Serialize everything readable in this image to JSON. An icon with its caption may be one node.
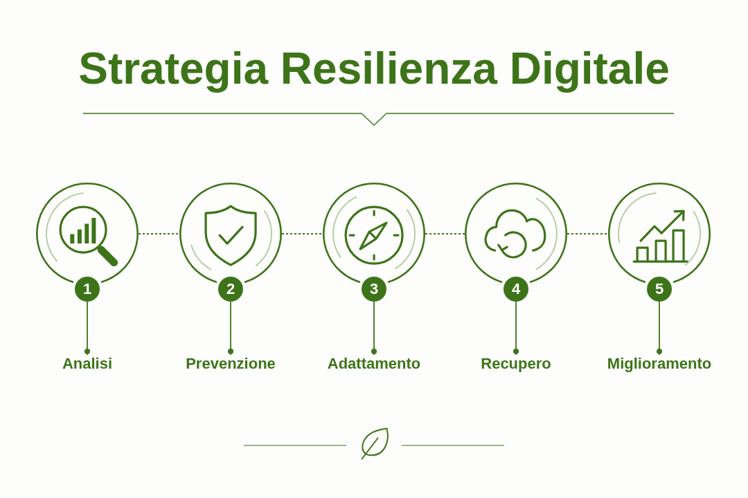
{
  "diagram": {
    "title": "Strategia Resilienza Digitale",
    "nodes": [
      {
        "text": [],
        "shape": "circle"
      },
      {
        "text": [],
        "shape": "circle"
      },
      {
        "text": [],
        "shape": "circle"
      },
      {
        "text": [],
        "shape": "circle"
      },
      {
        "text": [],
        "shape": "circle"
      },
      {
        "text": [
          "1"
        ]
      },
      {
        "text": [
          "2"
        ]
      },
      {
        "text": [
          "3"
        ]
      },
      {
        "text": [
          "4"
        ]
      },
      {
        "text": [
          "5"
        ]
      },
      {
        "text": [
          "Analisi"
        ]
      },
      {
        "text": [
          "Prevenzione"
        ]
      },
      {
        "text": [
          "Adattamento"
        ]
      },
      {
        "text": [
          "Recupero"
        ]
      },
      {
        "text": [
          "Miglioramento"
        ]
      }
    ],
    "edges": [
      {
        "from": 0,
        "to": 1,
        "arrow": "none",
        "style": "dashed"
      },
      {
        "from": 1,
        "to": 2,
        "arrow": "none",
        "style": "dashed"
      },
      {
        "from": 2,
        "to": 3,
        "arrow": "none",
        "style": "dashed"
      },
      {
        "from": 3,
        "to": 4,
        "arrow": "none",
        "style": "dashed"
      },
      {
        "from": 5,
        "to": 10,
        "arrow": "other"
      },
      {
        "from": 6,
        "to": 11,
        "arrow": "other"
      },
      {
        "from": 7,
        "to": 12,
        "arrow": "other"
      },
      {
        "from": 8,
        "to": 13,
        "arrow": "other"
      },
      {
        "from": 9,
        "to": 14,
        "arrow": "other"
      }
    ]
  }
}
